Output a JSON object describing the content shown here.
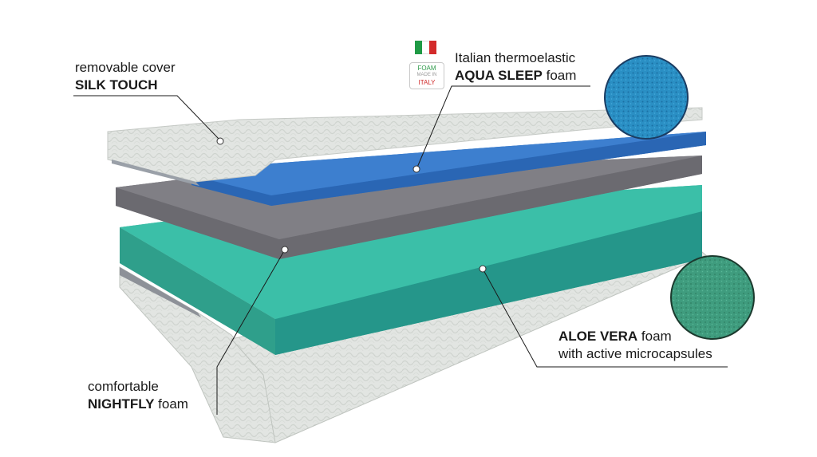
{
  "labels": {
    "cover": {
      "line1": "removable cover",
      "line2": "SILK TOUCH"
    },
    "aqua": {
      "line1": "Italian thermoelastic",
      "line2_bold": "AQUA SLEEP",
      "line2_rest": " foam"
    },
    "aloe": {
      "line1_bold": "ALOE VERA",
      "line1_rest": " foam",
      "line2": "with active microcapsules"
    },
    "nightfly": {
      "line1": "comfortable",
      "line2_bold": "NIGHTFLY",
      "line2_rest": " foam"
    }
  },
  "badge": {
    "line1": "FOAM",
    "line2": "MADE IN",
    "line3": "ITALY"
  },
  "flag_colors": [
    "#1f9a45",
    "#ffffff",
    "#d32b2b"
  ],
  "colors": {
    "cover": "#e4e7e4",
    "aqua_foam": "#2f6fc0",
    "nightfly_foam": "#6b6a6f",
    "aloe_foam": "#2aa591",
    "aqua_texture": "#2a8fc4",
    "aloe_texture": "#3f9c7e"
  },
  "icons": [
    "italy-flag-icon",
    "foam-made-in-italy-badge"
  ]
}
